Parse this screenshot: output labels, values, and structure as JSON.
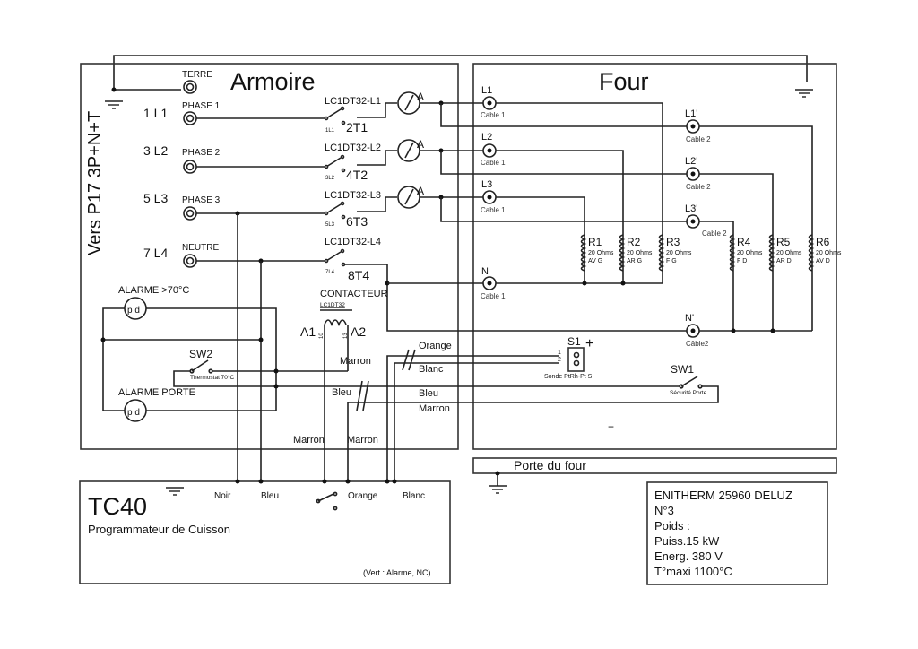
{
  "title_armoire": "Armoire",
  "title_four": "Four",
  "side_label": "Vers P17 3P+N+T",
  "armoire": {
    "terre": "TERRE",
    "inputs": [
      {
        "num": "1 L1",
        "name": "PHASE 1",
        "contact": "LC1DT32-L1",
        "in": "1L1",
        "out": "2T1"
      },
      {
        "num": "3 L2",
        "name": "PHASE 2",
        "contact": "LC1DT32-L2",
        "in": "3L2",
        "out": "4T2"
      },
      {
        "num": "5 L3",
        "name": "PHASE 3",
        "contact": "LC1DT32-L3",
        "in": "5L3",
        "out": "6T3"
      },
      {
        "num": "7 L4",
        "name": "NEUTRE",
        "contact": "LC1DT32-L4",
        "in": "7L4",
        "out": "8T4"
      }
    ],
    "ammeter": "A",
    "alarm1": "ALARME >70°C",
    "alarm2": "ALARME PORTE",
    "sw2": "SW2",
    "sw2_desc": "Thermostat 70°C",
    "contacteur": "CONTACTEUR",
    "contacteur_ref": "LC1DT32",
    "a1": "A1",
    "a2": "A2",
    "pin10": "10",
    "pin13": "13",
    "wires": {
      "marron1": "Marron",
      "marron2": "Marron",
      "marron3": "Marron",
      "bleu": "Bleu"
    }
  },
  "four": {
    "terminals": [
      {
        "label": "L1",
        "cable": "Cable 1"
      },
      {
        "label": "L2",
        "cable": "Cable 1"
      },
      {
        "label": "L3",
        "cable": "Cable 1"
      },
      {
        "label": "N",
        "cable": "Cable 1"
      },
      {
        "label": "L1'",
        "cable": "Cable 2"
      },
      {
        "label": "L2'",
        "cable": "Cable 2"
      },
      {
        "label": "L3'",
        "cable": "Cable 2"
      },
      {
        "label": "N'",
        "cable": "Câble2"
      }
    ],
    "resistors": [
      {
        "name": "R1",
        "value": "20 Ohms",
        "pos": "AV G"
      },
      {
        "name": "R2",
        "value": "20 Ohms",
        "pos": "AR G"
      },
      {
        "name": "R3",
        "value": "20 Ohms",
        "pos": "F G"
      },
      {
        "name": "R4",
        "value": "20 Ohms",
        "pos": "F D"
      },
      {
        "name": "R5",
        "value": "20 Ohms",
        "pos": "AR D"
      },
      {
        "name": "R6",
        "value": "20 Ohms",
        "pos": "AV D"
      }
    ],
    "s1": "S1",
    "s1_plus": "+",
    "s1_pin1": "1",
    "s1_pin2": "2",
    "s1_desc": "Sonde PtRh-Pt S",
    "sw1": "SW1",
    "sw1_desc": "Sécurité Porte",
    "wires": {
      "orange": "Orange",
      "blanc": "Blanc",
      "bleu": "Bleu",
      "marron": "Marron"
    },
    "center_mark": "+"
  },
  "porte": "Porte du four",
  "tc40": {
    "title": "TC40",
    "subtitle": "Programmateur de Cuisson",
    "wires": [
      "Noir",
      "Bleu",
      "Orange",
      "Blanc"
    ],
    "note": "(Vert : Alarme, NC)"
  },
  "plate": {
    "lines": [
      "ENITHERM 25960 DELUZ",
      "N°3",
      "Poids :",
      "Puiss.15 kW",
      "Energ. 380 V",
      "T°maxi 1100°C"
    ]
  }
}
